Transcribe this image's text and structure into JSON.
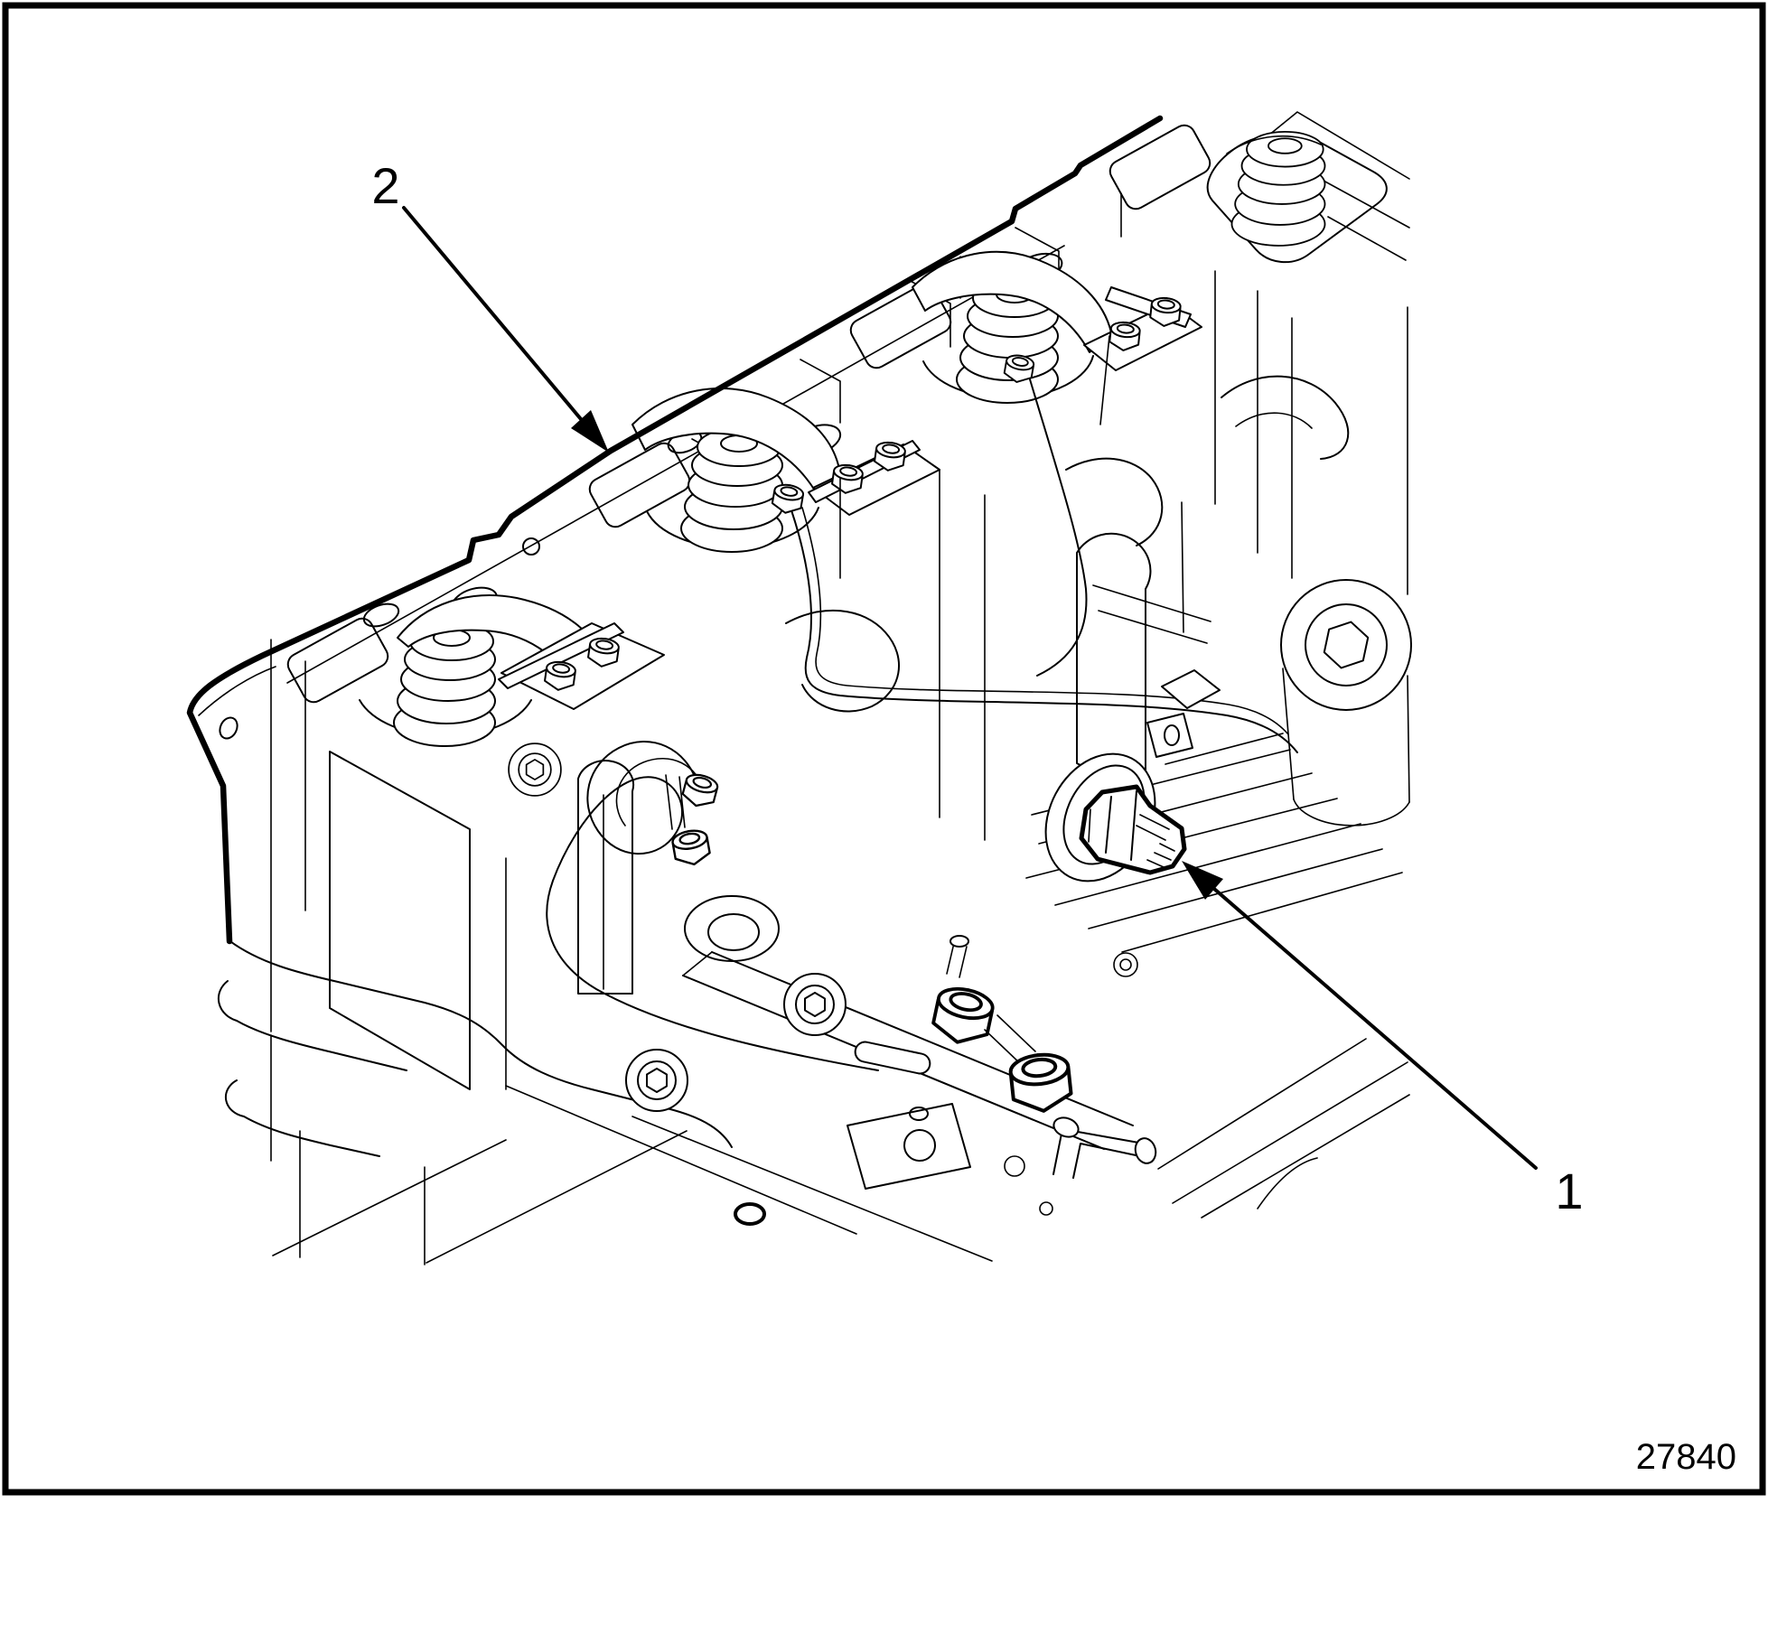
{
  "figure": {
    "callouts": [
      {
        "label": "2"
      },
      {
        "label": "1"
      }
    ],
    "figure_number": "27840"
  },
  "colors": {
    "ink": "#000000",
    "paper": "#ffffff"
  }
}
